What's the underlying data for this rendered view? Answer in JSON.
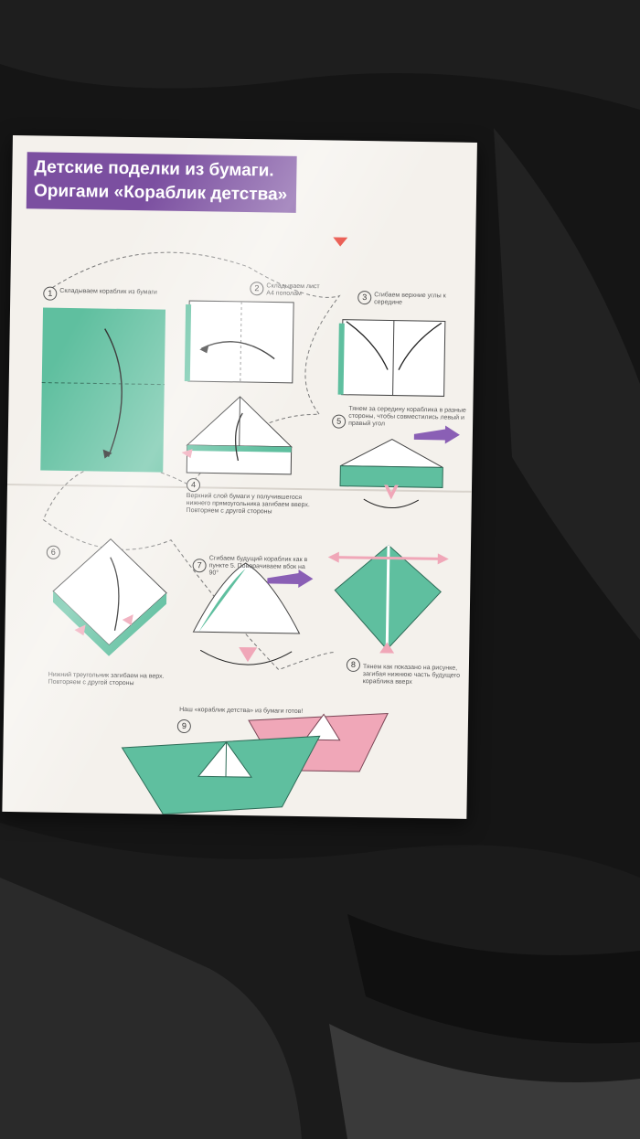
{
  "header": {
    "title_line1": "Детские поделки из бумаги.",
    "title_line2": "Оригами «Кораблик детства»"
  },
  "steps": [
    {
      "num": "1",
      "text": "Складываем кораблик из бумаги"
    },
    {
      "num": "2",
      "text": "Складываем лист А4 пополам"
    },
    {
      "num": "3",
      "text": "Сгибаем верхние углы к середине"
    },
    {
      "num": "4",
      "text": "Верхний слой бумаги у получившегося нижнего прямоугольника загибаем вверх. Повторяем с другой стороны"
    },
    {
      "num": "5",
      "text": "Тянем за середину кораблика в разные стороны, чтобы совместились левый и правый угол"
    },
    {
      "num": "6",
      "text": "Нижний треугольник загибаем на верх. Повторяем с другой стороны"
    },
    {
      "num": "7",
      "text": "Сгибаем будущий кораблик как в пункте 5. Поворачиваем вбок на 90°"
    },
    {
      "num": "8",
      "text": "Тянем как показано на рисунке, загибая нижнюю часть будущего кораблика вверх"
    },
    {
      "num": "9",
      "text": "Наш «кораблик детства» из бумаги готов!"
    }
  ],
  "colors": {
    "banner": "#7b4fa0",
    "teal": "#5fbf9f",
    "pink": "#f0a7b8",
    "purple_arrow": "#8a5fb5",
    "paper": "#f4f1ec",
    "fabric": "#161616"
  }
}
